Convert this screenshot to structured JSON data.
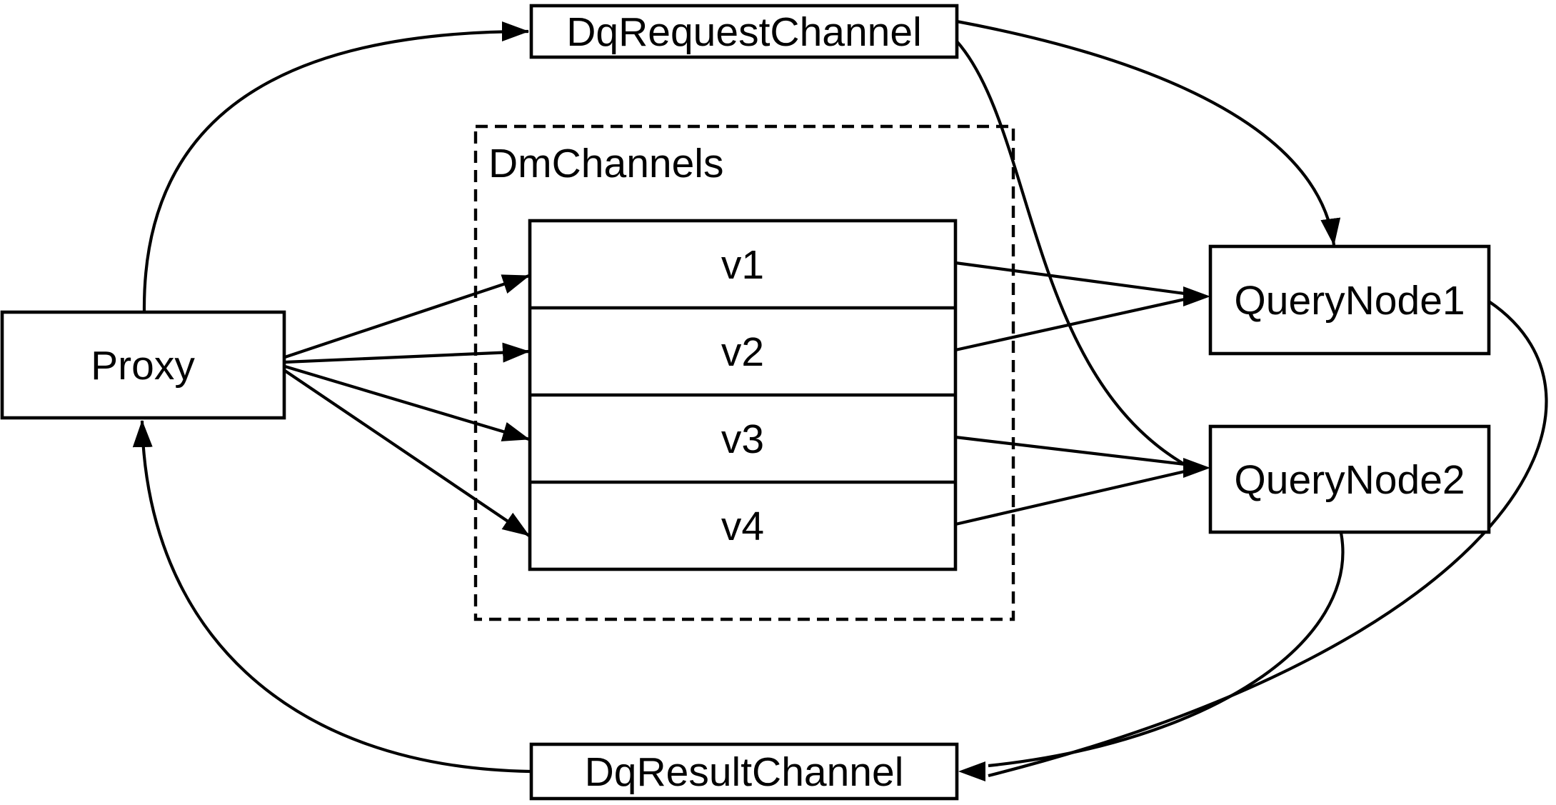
{
  "diagram": {
    "background_color": "#ffffff",
    "line_color": "#000000",
    "nodes": {
      "dq_request_channel": {
        "label": "DqRequestChannel"
      },
      "dm_channels": {
        "label": "DmChannels",
        "channels": [
          {
            "label": "v1"
          },
          {
            "label": "v2"
          },
          {
            "label": "v3"
          },
          {
            "label": "v4"
          }
        ]
      },
      "proxy": {
        "label": "Proxy"
      },
      "query_node_1": {
        "label": "QueryNode1"
      },
      "query_node_2": {
        "label": "QueryNode2"
      },
      "dq_result_channel": {
        "label": "DqResultChannel"
      }
    },
    "edges": [
      {
        "from": "Proxy",
        "to": "DqRequestChannel"
      },
      {
        "from": "Proxy",
        "to": "v1"
      },
      {
        "from": "Proxy",
        "to": "v2"
      },
      {
        "from": "Proxy",
        "to": "v3"
      },
      {
        "from": "Proxy",
        "to": "v4"
      },
      {
        "from": "DqRequestChannel",
        "to": "QueryNode1"
      },
      {
        "from": "DqRequestChannel",
        "to": "QueryNode2"
      },
      {
        "from": "v1",
        "to": "QueryNode1"
      },
      {
        "from": "v2",
        "to": "QueryNode1"
      },
      {
        "from": "v3",
        "to": "QueryNode2"
      },
      {
        "from": "v4",
        "to": "QueryNode2"
      },
      {
        "from": "QueryNode1",
        "to": "DqResultChannel"
      },
      {
        "from": "QueryNode2",
        "to": "DqResultChannel"
      },
      {
        "from": "DqResultChannel",
        "to": "Proxy"
      }
    ]
  }
}
